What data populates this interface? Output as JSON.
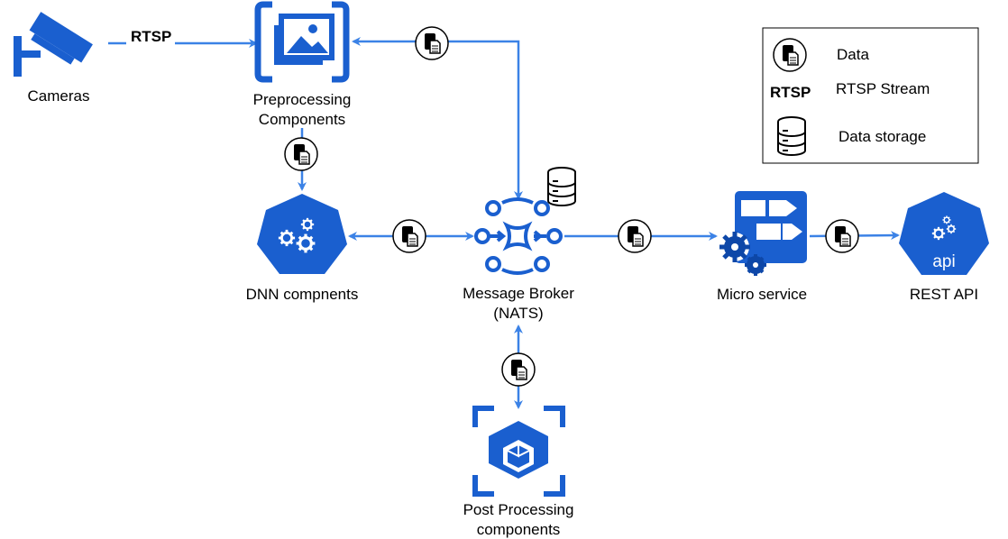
{
  "nodes": {
    "cameras": {
      "label": "Cameras"
    },
    "preprocessing": {
      "label_line1": "Preprocessing",
      "label_line2": "Components"
    },
    "dnn": {
      "label": "DNN compnents"
    },
    "broker": {
      "label_line1": "Message Broker",
      "label_line2": "(NATS)"
    },
    "micro": {
      "label": "Micro service"
    },
    "rest": {
      "label": "REST API",
      "badge": "api"
    },
    "post": {
      "label_line1": "Post Processing",
      "label_line2": "components"
    }
  },
  "edges": {
    "camera_to_pre": {
      "label": "RTSP"
    }
  },
  "legend": {
    "data": "Data",
    "rtsp_abbr": "RTSP",
    "rtsp": "RTSP Stream",
    "storage": "Data storage"
  },
  "colors": {
    "arrow": "#3b82e6",
    "icon_blue": "#1a5fcf",
    "icon_blue_dark": "#0d47a8"
  }
}
